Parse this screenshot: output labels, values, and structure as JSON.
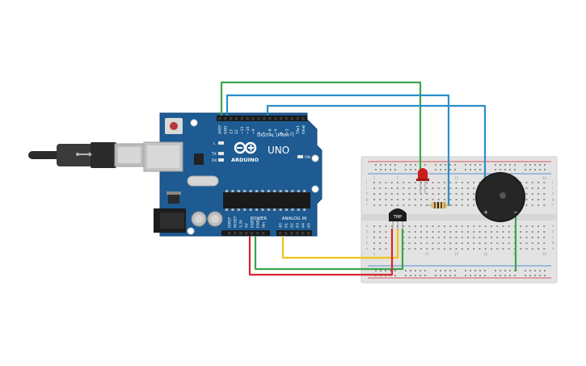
{
  "board": {
    "brand": "ARDUINO",
    "model": "UNO",
    "header_digital": "DIGITAL (PWM~)",
    "header_power": "POWER",
    "header_analog": "ANALOG IN",
    "pin_aref": "AREF",
    "pin_gnd": "GND",
    "digital_pins": [
      "13",
      "12",
      "~11",
      "~10",
      "~9",
      "8",
      "7",
      "~6",
      "~5",
      "4",
      "~3",
      "2",
      "TX▸1",
      "RX◂0"
    ],
    "power_pins": [
      "IOREF",
      "RESET",
      "3.3V",
      "5V",
      "GND",
      "GND",
      "Vin"
    ],
    "analog_pins": [
      "A0",
      "A1",
      "A2",
      "A3",
      "A4",
      "A5"
    ],
    "led_l": "L",
    "led_tx": "TX",
    "led_rx": "RX",
    "led_on": "ON"
  },
  "sensor": {
    "label": "TMP"
  },
  "buzzer": {
    "plus": "+",
    "minus": "−"
  },
  "breadboard": {
    "col_labels": [
      "1",
      "5",
      "10",
      "15",
      "20",
      "25",
      "30"
    ],
    "row_labels": [
      "j",
      "i",
      "h",
      "g",
      "f",
      "e",
      "d",
      "c",
      "b",
      "a"
    ]
  },
  "colors": {
    "board": "#1d5b92",
    "wire_green": "#3aa64a",
    "wire_blue": "#2a8fc8",
    "wire_yellow": "#f2c318",
    "wire_red": "#d9262b",
    "breadboard": "#e3e3e3",
    "led": "#cc1d1d"
  }
}
